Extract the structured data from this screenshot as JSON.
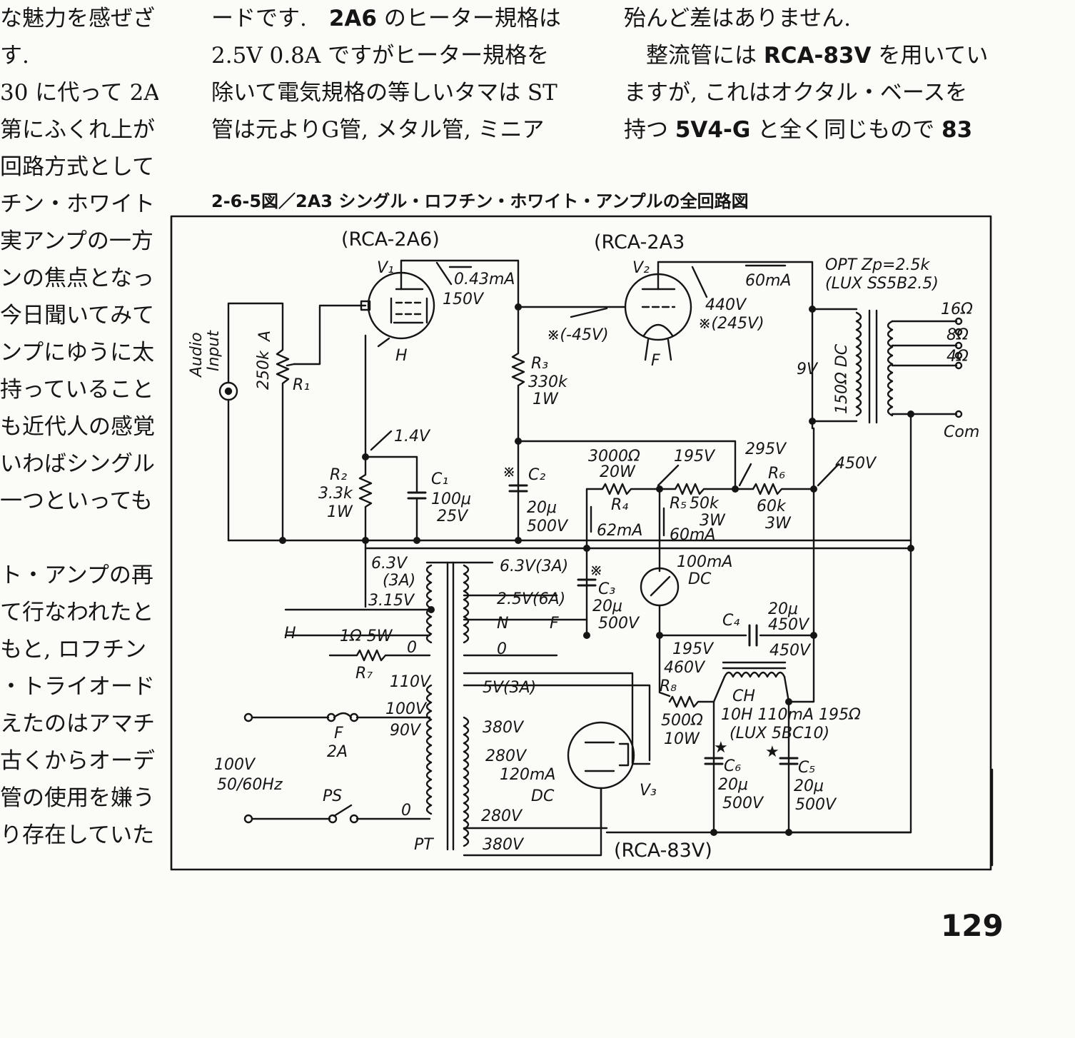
{
  "text": {
    "left_column": [
      "な魅力を感ぜざ",
      "す.",
      "30 に代って 2A",
      "第にふくれ上が",
      "回路方式として",
      "チン・ホワイト",
      "実アンプの一方",
      "ンの焦点となっ",
      "今日聞いてみて",
      "ンプにゆうに太",
      "持っていること",
      "も近代人の感覚",
      "いわばシングル",
      "一つといっても",
      "",
      "ト・アンプの再",
      "て行なわれたと",
      "もと, ロフチン",
      "・トライオード",
      "えたのはアマチ",
      "古くからオーデ",
      "管の使用を嫌う",
      "り存在していた"
    ],
    "middle_column": {
      "line1_a": "ードです.",
      "line1_b": "2A6",
      "line1_c": "のヒーター規格は",
      "line2": "2.5V 0.8A ですがヒーター規格を",
      "line3": "除いて電気規格の等しいタマは ST",
      "line4": "管は元よりG管, メタル管, ミニア"
    },
    "right_column": {
      "line1": "殆んど差はありません.",
      "line2_a": "整流管には",
      "line2_b": "RCA-83V",
      "line2_c": "を用いてい",
      "line3": "ますが, これはオクタル・ベースを",
      "line4_a": "持つ",
      "line4_b": "5V4-G",
      "line4_c": "と全く同じもので",
      "line4_d": "83"
    }
  },
  "figure": {
    "caption": "2-6-5図／2A3 シングル・ロフチン・ホワイト・アンプルの全回路図",
    "tube_v1": {
      "label": "(RCA-2A6)",
      "designator": "V₁",
      "current": "0.43mA",
      "voltage": "150V",
      "heater": "H"
    },
    "tube_v2": {
      "label": "(RCA-2A3",
      "designator": "V₂",
      "current": "60mA",
      "voltage": "440V",
      "voltage_alt": "※(245V)",
      "grid_bias": "※(-45V)",
      "filament": "F"
    },
    "tube_v3": {
      "label": "(RCA-83V)",
      "designator": "V₃"
    },
    "input": {
      "line1": "Audio",
      "line2": "Input"
    },
    "volume": {
      "value": "250k",
      "mark": "A",
      "designator": "R₁"
    },
    "r2": {
      "designator": "R₂",
      "value": "3.3k",
      "watt": "1W",
      "cathode_voltage": "1.4V"
    },
    "c1": {
      "designator": "C₁",
      "value": "100μ",
      "voltage": "25V"
    },
    "r3": {
      "designator": "R₃",
      "value": "330k",
      "watt": "1W"
    },
    "c2": {
      "mark": "※",
      "designator": "C₂",
      "value": "20μ",
      "voltage": "500V"
    },
    "r4": {
      "value": "3000Ω",
      "watt": "20W",
      "designator": "R₄",
      "current": "62mA"
    },
    "r5": {
      "voltage": "195V",
      "designator": "R₅",
      "value": "50k",
      "watt": "3W",
      "current": "60mA"
    },
    "r6": {
      "voltage": "295V",
      "designator": "R₆",
      "value": "60k",
      "watt": "3W"
    },
    "b_plus": "450V",
    "opt": {
      "line1": "OPT Zp=2.5k",
      "line2": "(LUX SS5B2.5)",
      "tap16": "16Ω",
      "tap8": "8Ω",
      "tap4": "4Ω",
      "com": "Com",
      "dc_resistance": "150Ω DC",
      "drop": "9V"
    },
    "meter": {
      "value": "100mA",
      "unit": "DC"
    },
    "c3": {
      "mark": "※",
      "designator": "C₃",
      "value": "20μ",
      "voltage": "500V"
    },
    "c4": {
      "designator": "C₄",
      "value": "20μ",
      "voltage": "450V"
    },
    "pt": {
      "label": "PT",
      "h_label": "H",
      "taps_left": [
        "6.3V",
        "(3A)",
        "3.15V",
        "0",
        "110V",
        "100V",
        "90V",
        "0"
      ],
      "taps_right": [
        "6.3V(3A)",
        "2.5V(6A)",
        "N",
        "F",
        "0",
        "5V(3A)",
        "380V",
        "280V",
        "120mA",
        "DC",
        "280V",
        "380V"
      ]
    },
    "r7": {
      "value": "1Ω 5W",
      "designator": "R₇"
    },
    "fuse": {
      "designator": "F",
      "value": "2A"
    },
    "mains": {
      "line1": "100V",
      "line2": "50/60Hz",
      "switch": "PS"
    },
    "rect_out": {
      "v1": "195V",
      "v2": "460V",
      "v3": "450V"
    },
    "r8": {
      "designator": "R₈",
      "value": "500Ω",
      "watt": "10W"
    },
    "choke": {
      "label": "CH",
      "spec": "10H 110mA 195Ω",
      "model": "(LUX 5BC10)"
    },
    "c5": {
      "mark": "★",
      "designator": "C₅",
      "value": "20μ",
      "voltage": "500V"
    },
    "c6": {
      "mark": "★",
      "designator": "C₆",
      "value": "20μ",
      "voltage": "500V"
    }
  },
  "page_number": "129"
}
